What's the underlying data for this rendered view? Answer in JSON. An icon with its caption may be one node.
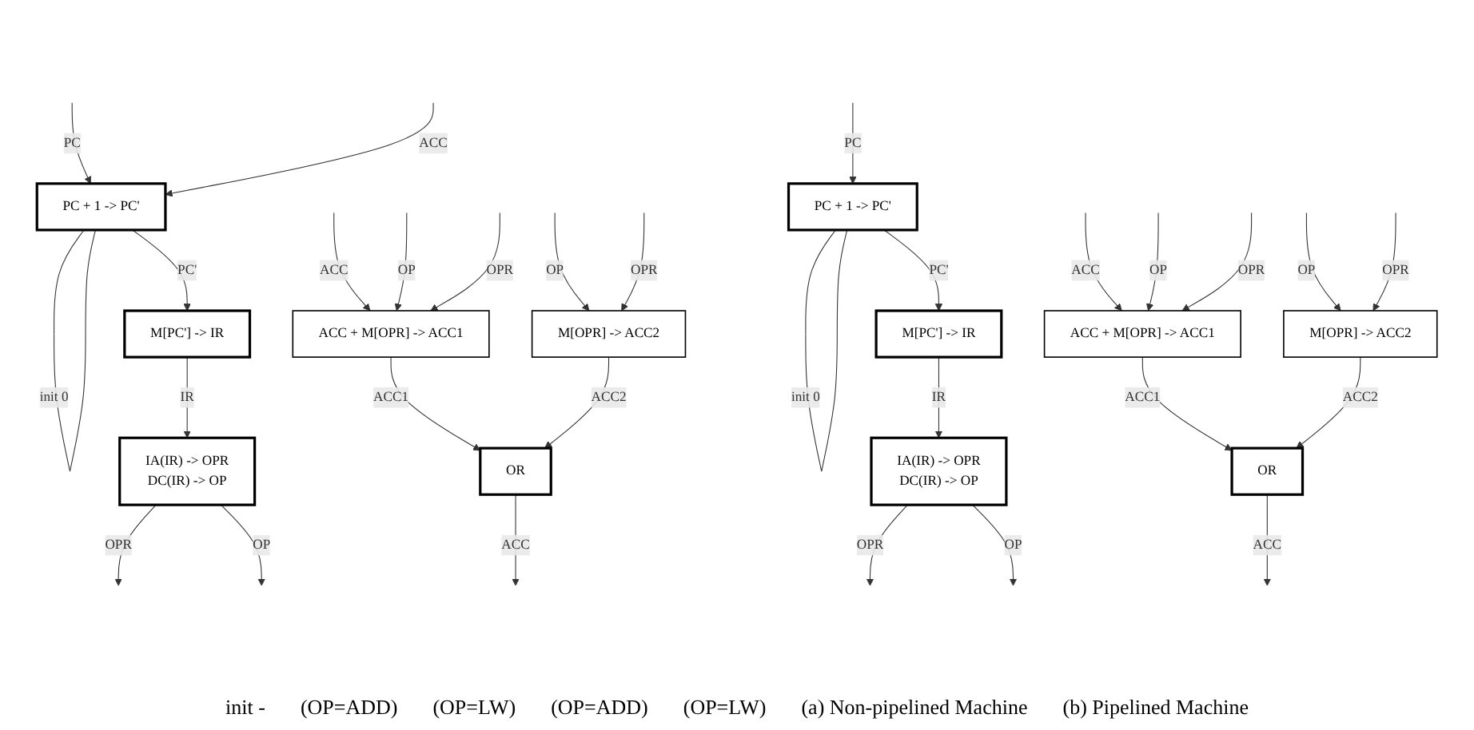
{
  "diagram": {
    "nodes": [
      {
        "text": [
          "PC + 1 -> PC'"
        ]
      },
      {
        "text": [
          "M[PC'] -> IR"
        ]
      },
      {
        "text": [
          "IA(IR) -> OPR",
          "DC(IR) -> OP"
        ]
      },
      {
        "text": [
          "ACC + M[OPR] -> ACC1"
        ]
      },
      {
        "text": [
          "M[OPR] -> ACC2"
        ]
      },
      {
        "text": [
          "OR"
        ]
      },
      {
        "text": [
          "PC + 1 -> PC'"
        ]
      },
      {
        "text": [
          "M[PC'] -> IR"
        ]
      },
      {
        "text": [
          "IA(IR) -> OPR",
          "DC(IR) -> OP"
        ]
      },
      {
        "text": [
          "ACC + M[OPR] -> ACC1"
        ]
      },
      {
        "text": [
          "M[OPR] -> ACC2"
        ]
      },
      {
        "text": [
          "OR"
        ]
      }
    ],
    "edges": [
      {
        "from": null,
        "to": 0,
        "arrow": "to",
        "label": "PC"
      },
      {
        "from": null,
        "to": 0,
        "arrow": "to",
        "label": "ACC"
      },
      {
        "from": 0,
        "to": 0,
        "arrow": "none",
        "label": "init 0"
      },
      {
        "from": 0,
        "to": 1,
        "arrow": "to",
        "label": "PC'"
      },
      {
        "from": 1,
        "to": 2,
        "arrow": "to",
        "label": "IR"
      },
      {
        "from": 2,
        "to": null,
        "arrow": "to",
        "label": "OPR"
      },
      {
        "from": 2,
        "to": null,
        "arrow": "to",
        "label": "OP"
      },
      {
        "from": null,
        "to": 3,
        "arrow": "to",
        "label": "ACC"
      },
      {
        "from": null,
        "to": 3,
        "arrow": "to",
        "label": "OP"
      },
      {
        "from": null,
        "to": 3,
        "arrow": "to",
        "label": "OPR"
      },
      {
        "from": null,
        "to": 4,
        "arrow": "to",
        "label": "OP"
      },
      {
        "from": null,
        "to": 4,
        "arrow": "to",
        "label": "OPR"
      },
      {
        "from": 3,
        "to": 5,
        "arrow": "to",
        "label": "ACC1"
      },
      {
        "from": 4,
        "to": 5,
        "arrow": "to",
        "label": "ACC2"
      },
      {
        "from": 5,
        "to": null,
        "arrow": "to",
        "label": "ACC"
      },
      {
        "from": null,
        "to": 6,
        "arrow": "to",
        "label": "PC"
      },
      {
        "from": 6,
        "to": 6,
        "arrow": "none",
        "label": "init 0"
      },
      {
        "from": 6,
        "to": 7,
        "arrow": "to",
        "label": "PC'"
      },
      {
        "from": 7,
        "to": 8,
        "arrow": "to",
        "label": "IR"
      },
      {
        "from": 8,
        "to": null,
        "arrow": "to",
        "label": "OPR"
      },
      {
        "from": 8,
        "to": null,
        "arrow": "to",
        "label": "OP"
      },
      {
        "from": null,
        "to": 9,
        "arrow": "to",
        "label": "ACC"
      },
      {
        "from": null,
        "to": 9,
        "arrow": "to",
        "label": "OP"
      },
      {
        "from": null,
        "to": 9,
        "arrow": "to",
        "label": "OPR"
      },
      {
        "from": null,
        "to": 10,
        "arrow": "to",
        "label": "OP"
      },
      {
        "from": null,
        "to": 10,
        "arrow": "to",
        "label": "OPR"
      },
      {
        "from": 9,
        "to": 11,
        "arrow": "to",
        "label": "ACC1"
      },
      {
        "from": 10,
        "to": 11,
        "arrow": "to",
        "label": "ACC2"
      },
      {
        "from": 11,
        "to": null,
        "arrow": "to",
        "label": "ACC"
      }
    ],
    "labels": [
      "init -",
      "(OP=ADD)",
      "(OP=LW)",
      "(OP=ADD)",
      "(OP=LW)",
      "(a) Non-pipelined Machine",
      "(b) Pipelined Machine"
    ]
  }
}
